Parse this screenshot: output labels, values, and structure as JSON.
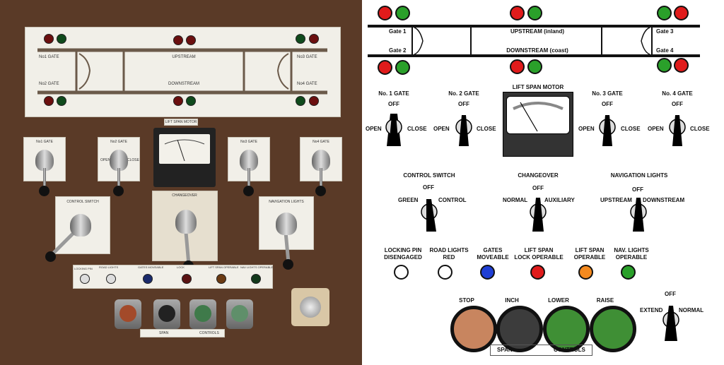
{
  "photo": {
    "gate_plate": {
      "gate1": "No1 GATE",
      "gate2": "No2 GATE",
      "gate3": "No3 GATE",
      "gate4": "No4 GATE",
      "upstream": "UPSTREAM",
      "downstream": "DOWNSTREAM"
    },
    "motor_label": "LIFT SPAN MOTOR",
    "gate_switch_plates": [
      "No1 GATE",
      "No2 GATE",
      "No3 GATE",
      "No4 GATE"
    ],
    "open": "OPEN",
    "close": "CLOSE",
    "control_switch": "CONTROL SWITCH",
    "changeover": "CHANGEOVER",
    "navigation_lights": "NAVIGATION LIGHTS",
    "lamp_strip": [
      "LOCKING PIN",
      "ROAD LIGHTS",
      "GATES MOVEABLE",
      "LOCK",
      "LIFT SPAN OPERABLE",
      "NAV LIGHTS OPERABLE"
    ],
    "span_controls": [
      "SPAN",
      "CONTROLS"
    ]
  },
  "diagram": {
    "gate1": "Gate 1",
    "gate2": "Gate 2",
    "gate3": "Gate 3",
    "gate4": "Gate 4",
    "upstream": "UPSTREAM (inland)",
    "downstream": "DOWNSTREAM (coast)",
    "lift_span_motor": "LIFT SPAN MOTOR",
    "gate_switches": [
      {
        "name": "No. 1 GATE",
        "off": "OFF",
        "open": "OPEN",
        "close": "CLOSE"
      },
      {
        "name": "No. 2 GATE",
        "off": "OFF",
        "open": "OPEN",
        "close": "CLOSE"
      },
      {
        "name": "No. 3 GATE",
        "off": "OFF",
        "open": "OPEN",
        "close": "CLOSE"
      },
      {
        "name": "No. 4 GATE",
        "off": "OFF",
        "open": "OPEN",
        "close": "CLOSE"
      }
    ],
    "control_switch": {
      "title": "CONTROL SWITCH",
      "off": "OFF",
      "left": "GREEN",
      "right": "CONTROL"
    },
    "changeover": {
      "title": "CHANGEOVER",
      "off": "OFF",
      "left": "NORMAL",
      "right": "AUXILIARY"
    },
    "navigation_lights": {
      "title": "NAVIGATION LIGHTS",
      "off": "OFF",
      "left": "UPSTREAM",
      "right": "DOWNSTREAM"
    },
    "indicators": [
      {
        "line1": "LOCKING PIN",
        "line2": "DISENGAGED",
        "color": "#ffffff"
      },
      {
        "line1": "ROAD LIGHTS",
        "line2": "RED",
        "color": "#ffffff"
      },
      {
        "line1": "GATES",
        "line2": "MOVEABLE",
        "color": "#1f3fd6"
      },
      {
        "line1": "LIFT SPAN",
        "line2": "LOCK OPERABLE",
        "color": "#e01b1b"
      },
      {
        "line1": "LIFT SPAN",
        "line2": "OPERABLE",
        "color": "#f58a1f"
      },
      {
        "line1": "NAV. LIGHTS",
        "line2": "OPERABLE",
        "color": "#2aa02a"
      }
    ],
    "buttons": [
      {
        "label": "STOP",
        "color": "#c8855f"
      },
      {
        "label": "INCH",
        "color": "#3c3c3c"
      },
      {
        "label": "LOWER",
        "color": "#3f8f35"
      },
      {
        "label": "RAISE",
        "color": "#3f8f35"
      }
    ],
    "extend_switch": {
      "off": "OFF",
      "left": "EXTEND",
      "right": "NORMAL"
    },
    "span": "SPAN",
    "controls": "CONTROLS",
    "colors": {
      "red": "#e01b1b",
      "green": "#2aa02a"
    }
  }
}
